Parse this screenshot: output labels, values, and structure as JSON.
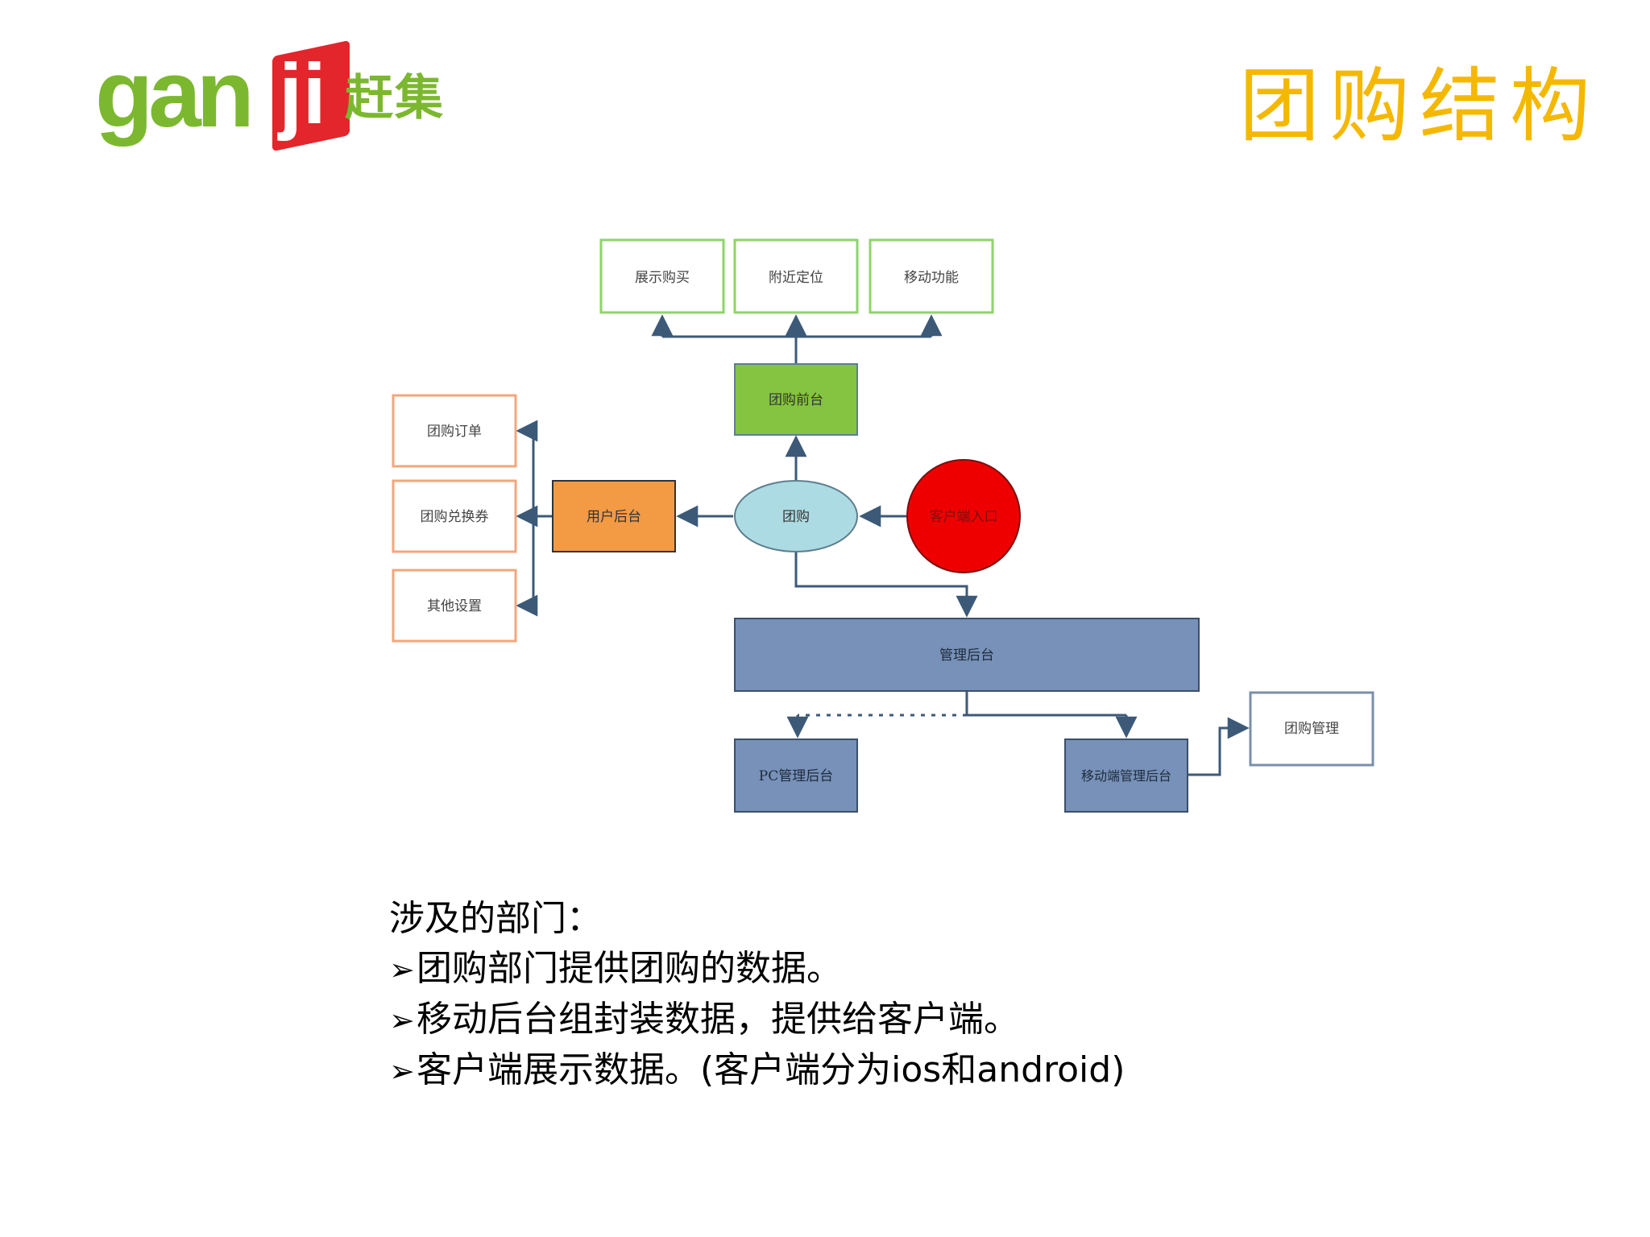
{
  "logo": {
    "latin": "gan",
    "latin_j": "ji",
    "cn": "赶集"
  },
  "title": "团购结构",
  "diagram": {
    "top_row": [
      "展示购买",
      "附近定位",
      "移动功能"
    ],
    "frontend": "团购前台",
    "left_column": [
      "团购订单",
      "团购兑换券",
      "其他设置"
    ],
    "user_backend": "用户后台",
    "center": "团购",
    "client_entry": "客户端入口",
    "admin": "管理后台",
    "pc_admin": "PC管理后台",
    "mobile_admin": "移动端管理后台",
    "group_mgmt": "团购管理"
  },
  "colors": {
    "green_border": "#8ed46a",
    "frontend_fill": "#84c441",
    "orange_border": "#f2a77c",
    "orange_fill": "#f39a45",
    "ellipse_fill": "#addbe3",
    "red_fill": "#ef0000",
    "admin_fill": "#7791b8",
    "arrow": "#3c5a78",
    "title": "#f5b800",
    "logo_green": "#7cb82f"
  },
  "text": {
    "heading": "涉及的部门：",
    "bullets": [
      "团购部门提供团购的数据。",
      "移动后台组封装数据，提供给客户端。",
      "客户端展示数据。(客户端分为ios和android)"
    ],
    "bullet_glyph": "➢"
  }
}
